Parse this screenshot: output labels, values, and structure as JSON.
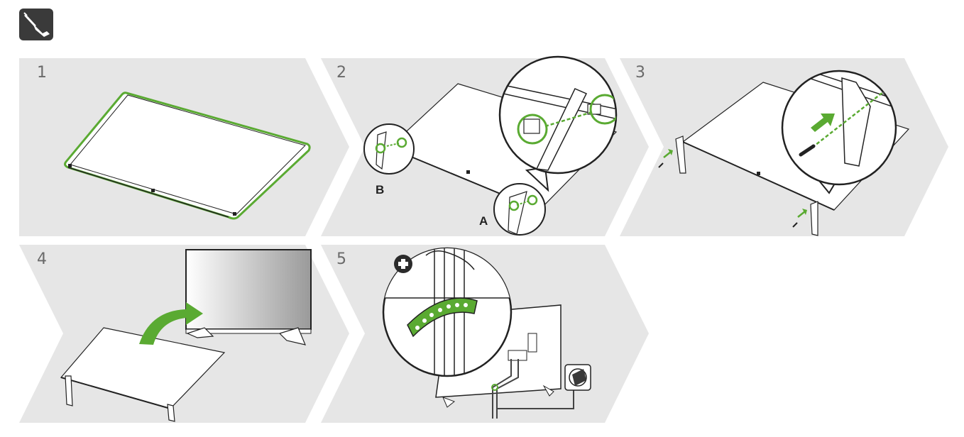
{
  "tool_icon": "screwdriver-icon",
  "colors": {
    "panel": "#e6e6e6",
    "accent": "#5aaa32",
    "outline": "#222222",
    "dark": "#3a3a3a"
  },
  "steps": [
    {
      "number": "1"
    },
    {
      "number": "2",
      "labels": [
        "B",
        "A"
      ]
    },
    {
      "number": "3"
    },
    {
      "number": "4"
    },
    {
      "number": "5",
      "icon": "plus-circle-icon"
    }
  ]
}
